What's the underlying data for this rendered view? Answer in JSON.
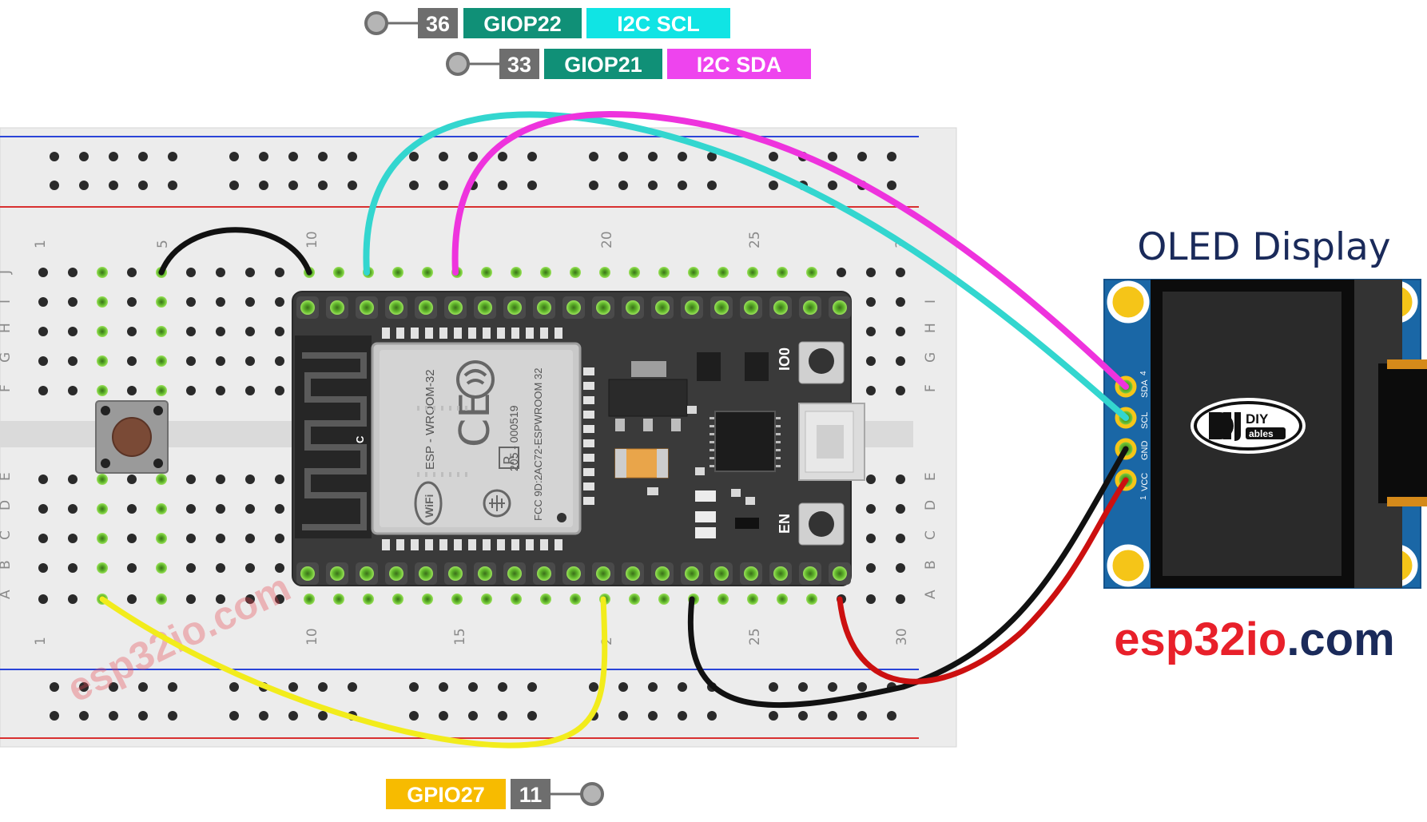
{
  "pin_labels": {
    "scl": {
      "pin_number": "36",
      "gpio": "GIOP22",
      "function": "I2C SCL"
    },
    "sda": {
      "pin_number": "33",
      "gpio": "GIOP21",
      "function": "I2C SDA"
    },
    "button": {
      "gpio": "GPIO27",
      "pin_number": "11"
    }
  },
  "breadboard": {
    "top_column_numbers": [
      "1",
      "5",
      "10",
      "20",
      "25",
      "3"
    ],
    "bottom_column_numbers": [
      "1",
      "10",
      "15",
      "2",
      "25",
      "30"
    ],
    "left_row_letters": [
      "J",
      "I",
      "H",
      "G",
      "F",
      "E",
      "D",
      "C",
      "B",
      "A"
    ],
    "right_row_letters": [
      "I",
      "H",
      "G",
      "F",
      "E",
      "D",
      "C",
      "B",
      "A"
    ]
  },
  "esp32": {
    "module_lines": [
      "ESP - WROOM-32",
      "205 - 000519",
      "FCC  9D:2AC72-ESPWROOM 32"
    ],
    "button_labels": {
      "boot": "IO0",
      "reset": "EN"
    },
    "antenna_mark": "C",
    "wifi_logo": "WiFi"
  },
  "oled": {
    "title": "OLED Display",
    "pins": [
      {
        "number": "4",
        "name": "SDA"
      },
      {
        "number": "",
        "name": "SCL"
      },
      {
        "number": "",
        "name": "GND"
      },
      {
        "number": "1",
        "name": "VCC"
      }
    ],
    "logo_text_top": "DIY",
    "logo_text_bottom": "ables"
  },
  "branding": {
    "part1": "esp32",
    "part2": "io",
    "part3": ".com",
    "watermark": "esp32io.com"
  },
  "colors": {
    "scl_wire": "#33d6cf",
    "sda_wire": "#ee33dd",
    "ground_wire": "#111111",
    "power_wire": "#cc1010",
    "button_wire": "#f2ec1c",
    "gpio_label": "#109077",
    "scl_label": "#10e4e4",
    "sda_label": "#ee44ee",
    "pin_number_label": "#6e6e6e",
    "button_label": "#f7bb00",
    "brand_red": "#e8202a",
    "brand_navy": "#1a2a5a"
  }
}
